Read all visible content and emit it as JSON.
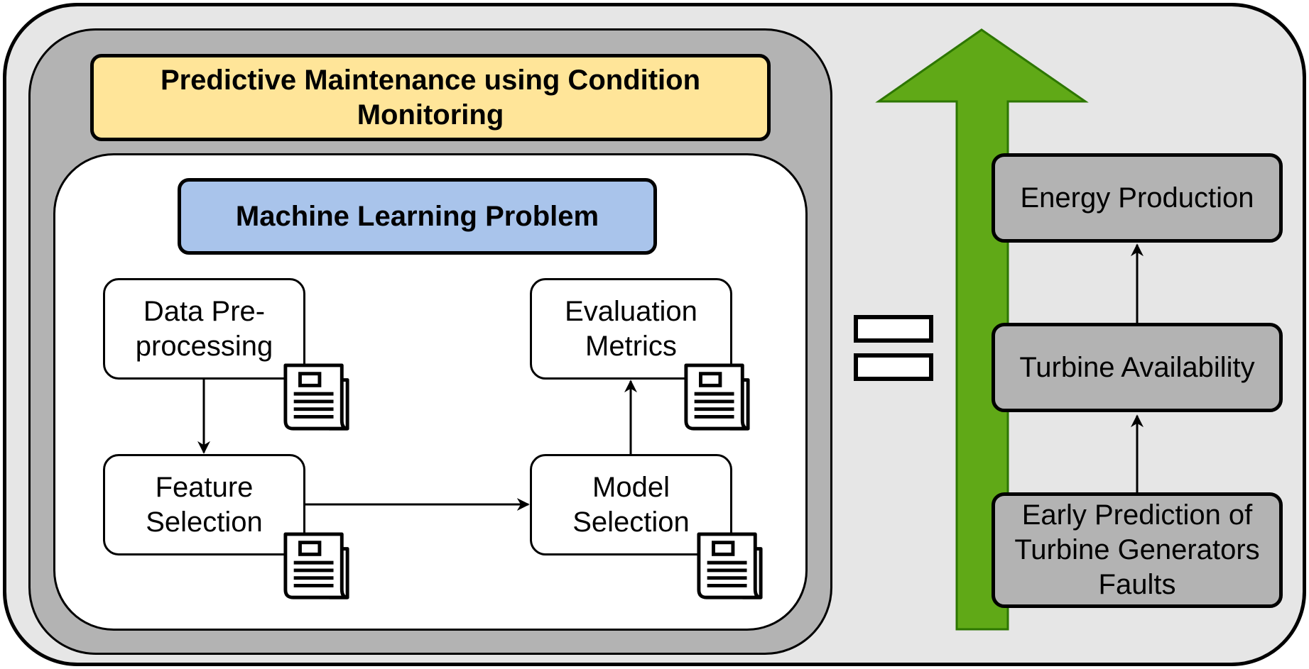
{
  "title": "Predictive Maintenance using Condition Monitoring",
  "ml_problem": "Machine Learning Problem",
  "steps": {
    "preprocessing": "Data Pre-processing",
    "feature_selection": "Feature Selection",
    "model_selection": "Model Selection",
    "evaluation": "Evaluation Metrics"
  },
  "equals_symbol": "equals-icon",
  "outcomes": {
    "early_prediction": "Early Prediction of Turbine Generators Faults",
    "availability": "Turbine Availability",
    "energy": "Energy Production"
  },
  "colors": {
    "title_fill": "#ffe599",
    "ml_fill": "#a9c4eb",
    "arrow_green": "#60a917",
    "panel_grey": "#b3b3b3",
    "background_grey": "#e6e6e6"
  },
  "icons": [
    "document-icon",
    "document-icon",
    "document-icon",
    "document-icon"
  ]
}
